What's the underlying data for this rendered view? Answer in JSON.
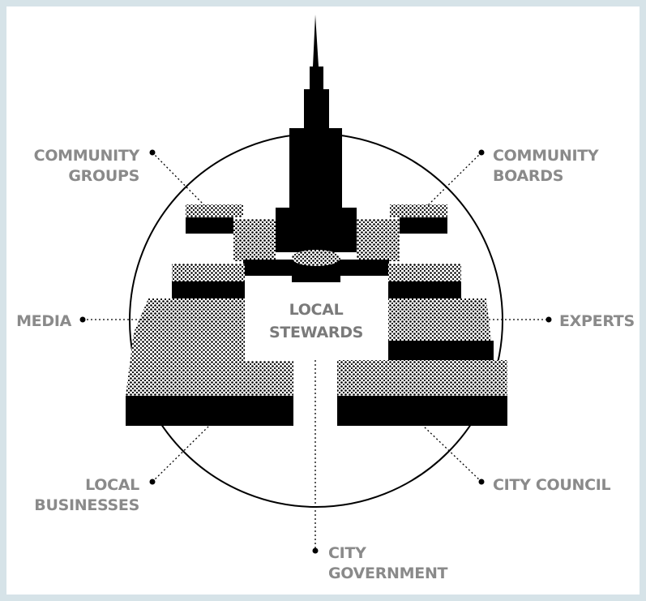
{
  "center": {
    "line1": "LOCAL",
    "line2": "STEWARDS"
  },
  "labels": {
    "community_groups": {
      "line1": "COMMUNITY",
      "line2": "GROUPS"
    },
    "community_boards": {
      "line1": "COMMUNITY",
      "line2": "BOARDS"
    },
    "media": {
      "line1": "MEDIA"
    },
    "experts": {
      "line1": "EXPERTS"
    },
    "local_businesses": {
      "line1": "LOCAL",
      "line2": "BUSINESSES"
    },
    "city_council": {
      "line1": "CITY COUNCIL"
    },
    "city_government": {
      "line1": "CITY",
      "line2": "GOVERNMENT"
    }
  },
  "colors": {
    "background": "#d6e3e8",
    "panel": "#ffffff",
    "ink": "#000000",
    "label": "#8a8a8a"
  }
}
